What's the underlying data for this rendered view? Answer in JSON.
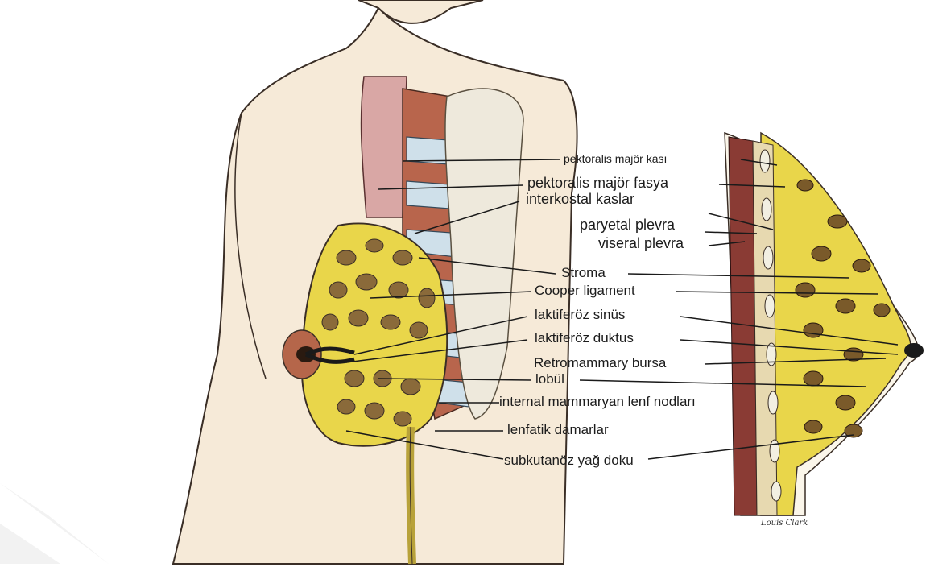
{
  "labels": {
    "pectoralis_major_muscle": "pektoralis majör kası",
    "pectoralis_major_fascia": "pektoralis majör fasya",
    "intercostal_muscles": "interkostal kaslar",
    "parietal_pleura": "paryetal plevra",
    "visceral_pleura": "viseral plevra",
    "stroma": "Stroma",
    "cooper_ligament": "Cooper ligament",
    "lactiferous_sinus": "laktiferöz sinüs",
    "lactiferous_duct": "laktiferöz duktus",
    "retromammary_bursa": "Retromammary bursa",
    "lobule": "lobül",
    "internal_mammary_nodes": "internal mammaryan lenf nodları",
    "lymphatic_vessels": "lenfatik damarlar",
    "subcutaneous_fat": "subkutanöz yağ doku"
  },
  "signature": "Louis Clark",
  "colors": {
    "skin": "#f6ead8",
    "skin_outline": "#3a2e26",
    "fat_yellow": "#e9d64a",
    "lobule_brown": "#8a6a3a",
    "muscle_red": "#b8654c",
    "muscle_pink": "#d9a7a5",
    "rib_blue": "#cfe0ea",
    "sternum": "#eee9dc",
    "leader_line": "#1a1a1a"
  }
}
